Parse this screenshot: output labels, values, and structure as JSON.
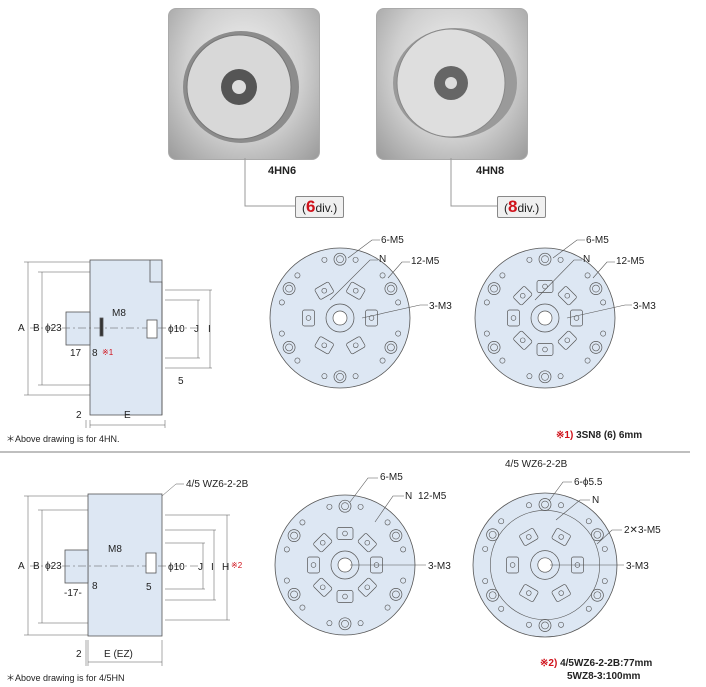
{
  "products": [
    {
      "model": "4HN6",
      "div_num": "6",
      "div_suffix": "div.",
      "open": "(",
      "close": ")"
    },
    {
      "model": "4HN8",
      "div_num": "8",
      "div_suffix": "div.",
      "open": "(",
      "close": ")"
    }
  ],
  "side_top": {
    "A": "A",
    "B": "B",
    "d23": "ϕ23",
    "M8": "M8",
    "d10": "ϕ10",
    "J": "J",
    "I": "I",
    "n17": "17",
    "n8": "8",
    "mark1": "※1",
    "n5": "5",
    "n2": "2",
    "E": "E",
    "note": "＊Above drawing is for 4HN."
  },
  "face_6": {
    "l1": "6-M5",
    "l2": "N",
    "l3": "12-M5",
    "l4": "3-M3"
  },
  "face_8": {
    "l1": "6-M5",
    "l2": "N",
    "l3": "12-M5",
    "l4": "3-M3"
  },
  "footnote1": {
    "mark": "※1)",
    "text": "3SN8 (6) 6mm"
  },
  "side_bot": {
    "flange": "4/5 WZ6-2-2B",
    "A": "A",
    "B": "B",
    "d23": "ϕ23",
    "M8": "M8",
    "d10": "ϕ10",
    "J": "J",
    "I": "I",
    "H": "H",
    "mark2": "※2",
    "n17": "-17-",
    "n8": "8",
    "n5": "5",
    "n2": "2",
    "E": "E (EZ)",
    "note": "＊Above drawing is for 4/5HN"
  },
  "face_bot1": {
    "l1": "6-M5",
    "l2": "N",
    "l3": "12-M5",
    "l4": "3-M3"
  },
  "face_bot2": {
    "title": "4/5 WZ6-2-2B",
    "l1": "6-ϕ5.5",
    "l2": "N",
    "l3": "2✕3-M5",
    "l4": "3-M3"
  },
  "footnote2": {
    "mark": "※2)",
    "line1": "4/5WZ6-2-2B:77mm",
    "line2": "5WZ8-3:100mm"
  },
  "colors": {
    "accent": "#d0121b",
    "part_fill": "#dde7f3"
  }
}
